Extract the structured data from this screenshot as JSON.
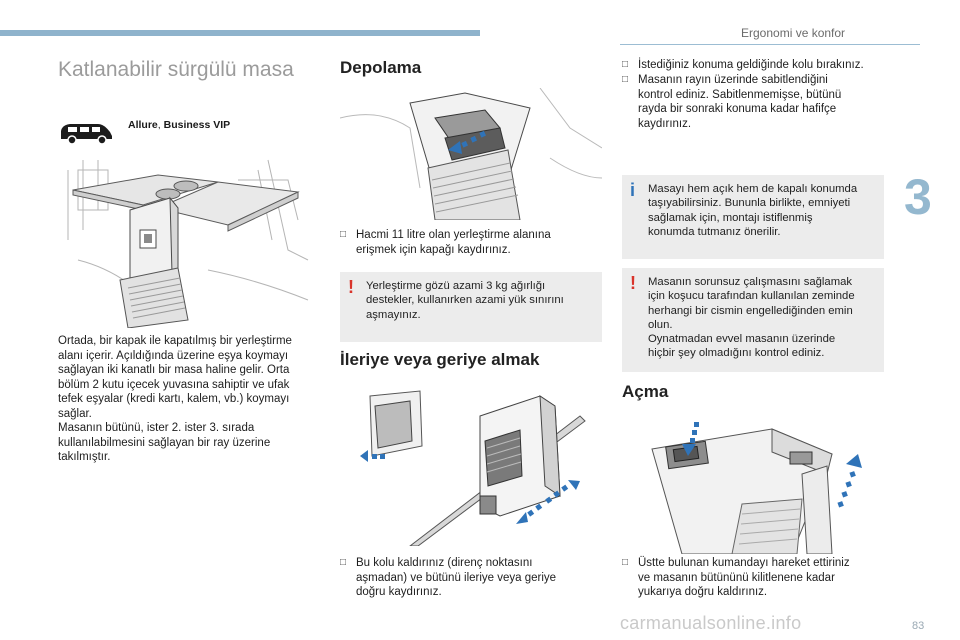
{
  "header": {
    "chapter_title": "Ergonomi ve konfor",
    "chapter_number": "3"
  },
  "col1": {
    "title": "Katlanabilir sürgülü masa",
    "versions": [
      "Allure",
      ", ",
      "Business VIP"
    ],
    "body": [
      "Ortada, bir kapak ile kapatılmış bir yerleştirme",
      "alanı içerir. Açıldığında üzerine eşya koymayı",
      "sağlayan iki kanatlı bir masa haline gelir. Orta",
      "bölüm 2 kutu içecek yuvasına sahiptir ve ufak",
      "tefek eşyalar (kredi kartı, kalem, vb.) koymayı",
      "sağlar.",
      "Masanın bütünü, ister 2. ister 3. sırada",
      "kullanılabilmesini sağlayan bir ray üzerine",
      "takılmıştır."
    ],
    "icons": {
      "car": "car-icon"
    }
  },
  "col2": {
    "storage_title": "Depolama",
    "storage_bullet": [
      "Hacmi 11 litre olan yerleştirme alanına",
      "erişmek için kapağı kaydırınız."
    ],
    "storage_warning": [
      "Yerleştirme gözü azami 3 kg ağırlığı",
      "destekler, kullanırken azami yük sınırını",
      "aşmayınız."
    ],
    "move_title": "İleriye veya geriye almak",
    "move_bullet": [
      "Bu kolu kaldırınız (direnç noktasını",
      "aşmadan) ve bütünü ileriye veya geriye",
      "doğru kaydırınız."
    ]
  },
  "col3": {
    "bullets": [
      [
        "İstediğiniz konuma geldiğinde kolu bırakınız."
      ],
      [
        "Masanın rayın üzerinde sabitlendiğini",
        "kontrol ediniz. Sabitlenmemişse, bütünü",
        "rayda bir sonraki konuma kadar hafifçe",
        "kaydırınız."
      ]
    ],
    "info_box": [
      "Masayı hem açık hem de kapalı konumda",
      "taşıyabilirsiniz. Bununla birlikte, emniyeti",
      "sağlamak için, montajı istiflenmiş",
      "konumda tutmanız önerilir."
    ],
    "warning_box": [
      "Masanın sorunsuz çalışmasını sağlamak",
      "için koşucu tarafından kullanılan zeminde",
      "herhangi bir cismin engellediğinden emin",
      "olun.",
      "Oynatmadan evvel masanın üzerinde",
      "hiçbir şey olmadığını kontrol ediniz."
    ],
    "open_title": "Açma",
    "open_bullet": [
      "Üstte bulunan kumandayı hareket ettiriniz",
      "ve masanın bütününü kilitlenene kadar",
      "yukarıya doğru kaldırınız."
    ]
  },
  "footer": {
    "page_number": "83",
    "watermark": "carmanualsonline.info"
  },
  "symbols": {
    "bullet": "",
    "warning": "!",
    "info": "i"
  },
  "colors": {
    "accent": "#8fb3cc",
    "warning": "#d9342b",
    "info": "#2f73b8",
    "box": "#ececec",
    "title_grey": "#9b9b9b"
  }
}
